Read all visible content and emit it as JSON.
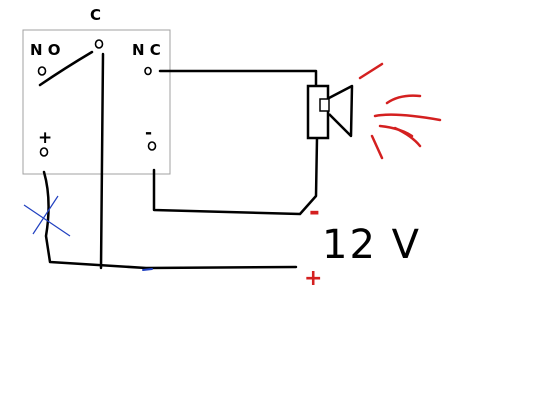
{
  "relay": {
    "common_label": "C",
    "no_label": "N O",
    "nc_label": "N C",
    "plus_label": "+",
    "minus_label": "-"
  },
  "supply": {
    "voltage_label": "12 V",
    "negative_label": "-",
    "positive_label": "+"
  },
  "colors": {
    "wire": "#000000",
    "relay_outline": "#a0a0a0",
    "polarity_red": "#d42020",
    "sound_waves": "#d42020",
    "cross_mark": "#2040c0"
  },
  "icons": {
    "speaker": "speaker-icon",
    "sound_waves": "sound-waves-icon",
    "cross": "cross-out-mark-icon"
  }
}
